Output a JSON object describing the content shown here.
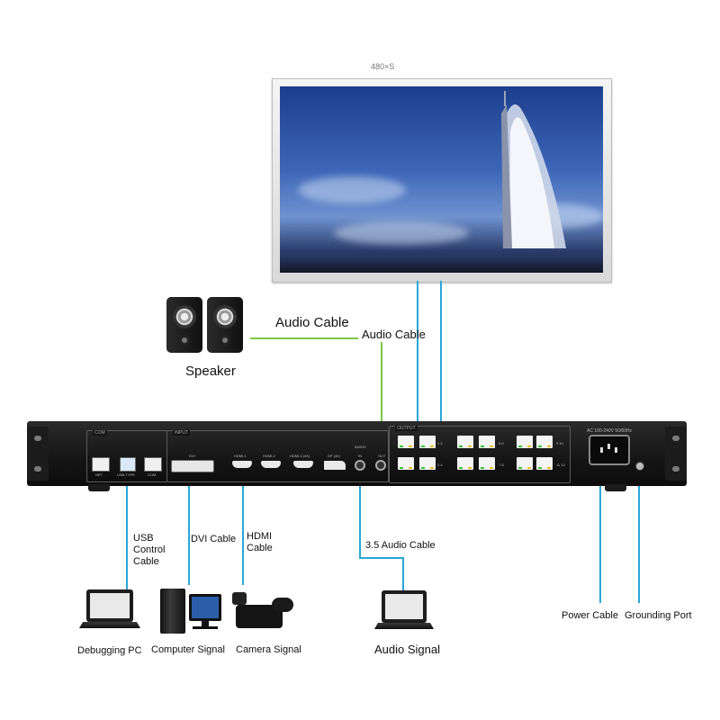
{
  "display": {
    "resolution_text": "480×S"
  },
  "labels": {
    "audio_cable_speaker": "Audio Cable",
    "audio_cable_display": "Audio Cable",
    "speaker": "Speaker",
    "usb_control_cable": "USB Control Cable",
    "dvi_cable": "DVI Cable",
    "hdmi_cable": "HDMI Cable",
    "audio_cable_35": "3.5 Audio Cable",
    "power_cable": "Power Cable",
    "grounding_port": "Grounding Port",
    "debugging_pc": "Debugging PC",
    "computer_signal": "Computer Signal",
    "camera_signal": "Camera Signal",
    "audio_signal": "Audio Signal"
  },
  "device": {
    "panel_com": "COM",
    "panel_input": "INPUT",
    "panel_output": "OUTPUT",
    "panel_audio": "AUDIO",
    "port_net": "NET",
    "port_usb": "USB-TYPE",
    "port_com": "COM",
    "port_dvi": "DVI",
    "port_hdmi1": "HDMI-1",
    "port_hdmi2": "HDMI-2",
    "port_hdmi3": "HDMI-3 (4K)",
    "port_dp": "DP (4K)",
    "port_audio_in": "IN",
    "port_audio_out": "OUT",
    "power_rating": "AC 100-240V 50/60Hz",
    "output_groups": [
      "1 2",
      "3 4",
      "5 6",
      "7 8",
      "9 10",
      "11 12"
    ]
  },
  "colors": {
    "cable_blue": "#2aa6d6",
    "cable_green": "#7cc64a",
    "led_green": "#39c639",
    "chassis": "#151515"
  },
  "icons": {
    "speaker": "speaker-pair-icon",
    "laptop": "laptop-icon",
    "desktop": "desktop-computer-icon",
    "camera": "video-camera-icon",
    "display": "led-display-icon"
  }
}
